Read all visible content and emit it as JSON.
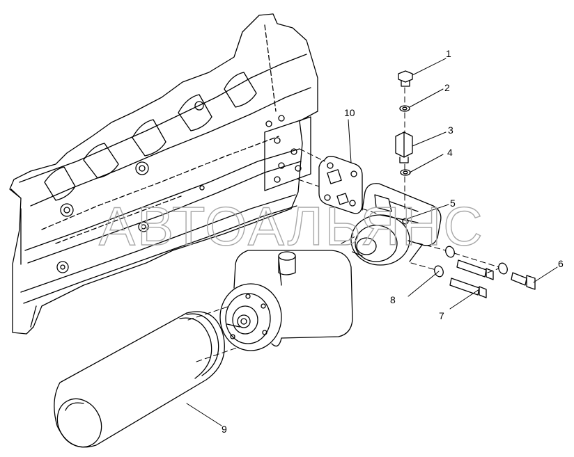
{
  "callouts": {
    "c1": "1",
    "c2": "2",
    "c3": "3",
    "c4": "4",
    "c5": "5",
    "c6": "6",
    "c7": "7",
    "c8": "8",
    "c9": "9",
    "c10": "10"
  },
  "watermark": "АВТОАЛЬЯНС"
}
